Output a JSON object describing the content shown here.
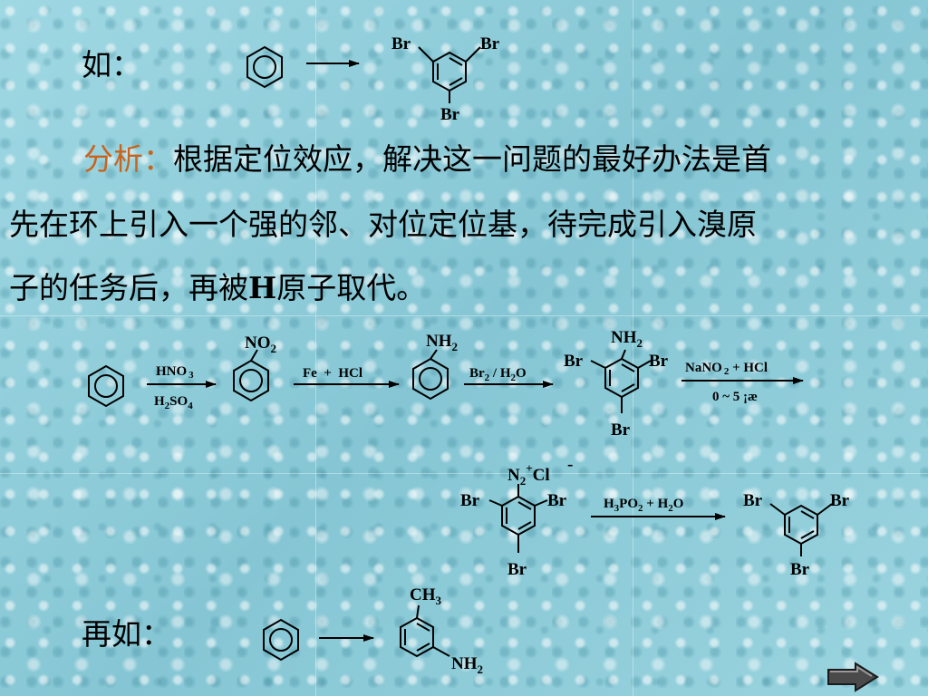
{
  "slide": {
    "example1_label": "如：",
    "analysis_label": "分析：",
    "analysis_line1": "根据定位效应，解决这一问题的最好办法是首",
    "analysis_line2": "先在环上引入一个强的邻、对位定位基，待完成引入溴原",
    "analysis_line3_a": "子的任务后，再被",
    "analysis_line3_h": "H",
    "analysis_line3_b": "原子取代。",
    "example2_label": "再如：",
    "colors": {
      "accent": "#c8641e",
      "text": "#000000"
    }
  },
  "scheme": {
    "sub": {
      "br": "Br",
      "no2": "NO",
      "nh2": "NH",
      "two": "2",
      "n2": "N",
      "plus": "+",
      "cl": "Cl",
      "minus": "-",
      "ch3": "CH",
      "three": "3"
    },
    "r1": {
      "top_a": "HNO",
      "top_b": "3",
      "bot_a": "H",
      "bot_b": "2",
      "bot_c": "SO",
      "bot_d": "4"
    },
    "r2": {
      "top": "Fe  +  HCl"
    },
    "r3": {
      "top_a": "Br",
      "top_b": "2",
      "top_c": " / H",
      "top_d": "2",
      "top_e": "O"
    },
    "r4": {
      "top_a": "NaNO",
      "top_b": "2",
      "top_c": " + HCl",
      "bot": "0 ~ 5 ¡æ"
    },
    "r5": {
      "top_a": "H",
      "top_b": "3",
      "top_c": "PO",
      "top_d": "2",
      "top_e": " + H",
      "top_f": "2",
      "top_g": "O"
    }
  },
  "nav": {
    "icon": "arrow-right-icon"
  }
}
